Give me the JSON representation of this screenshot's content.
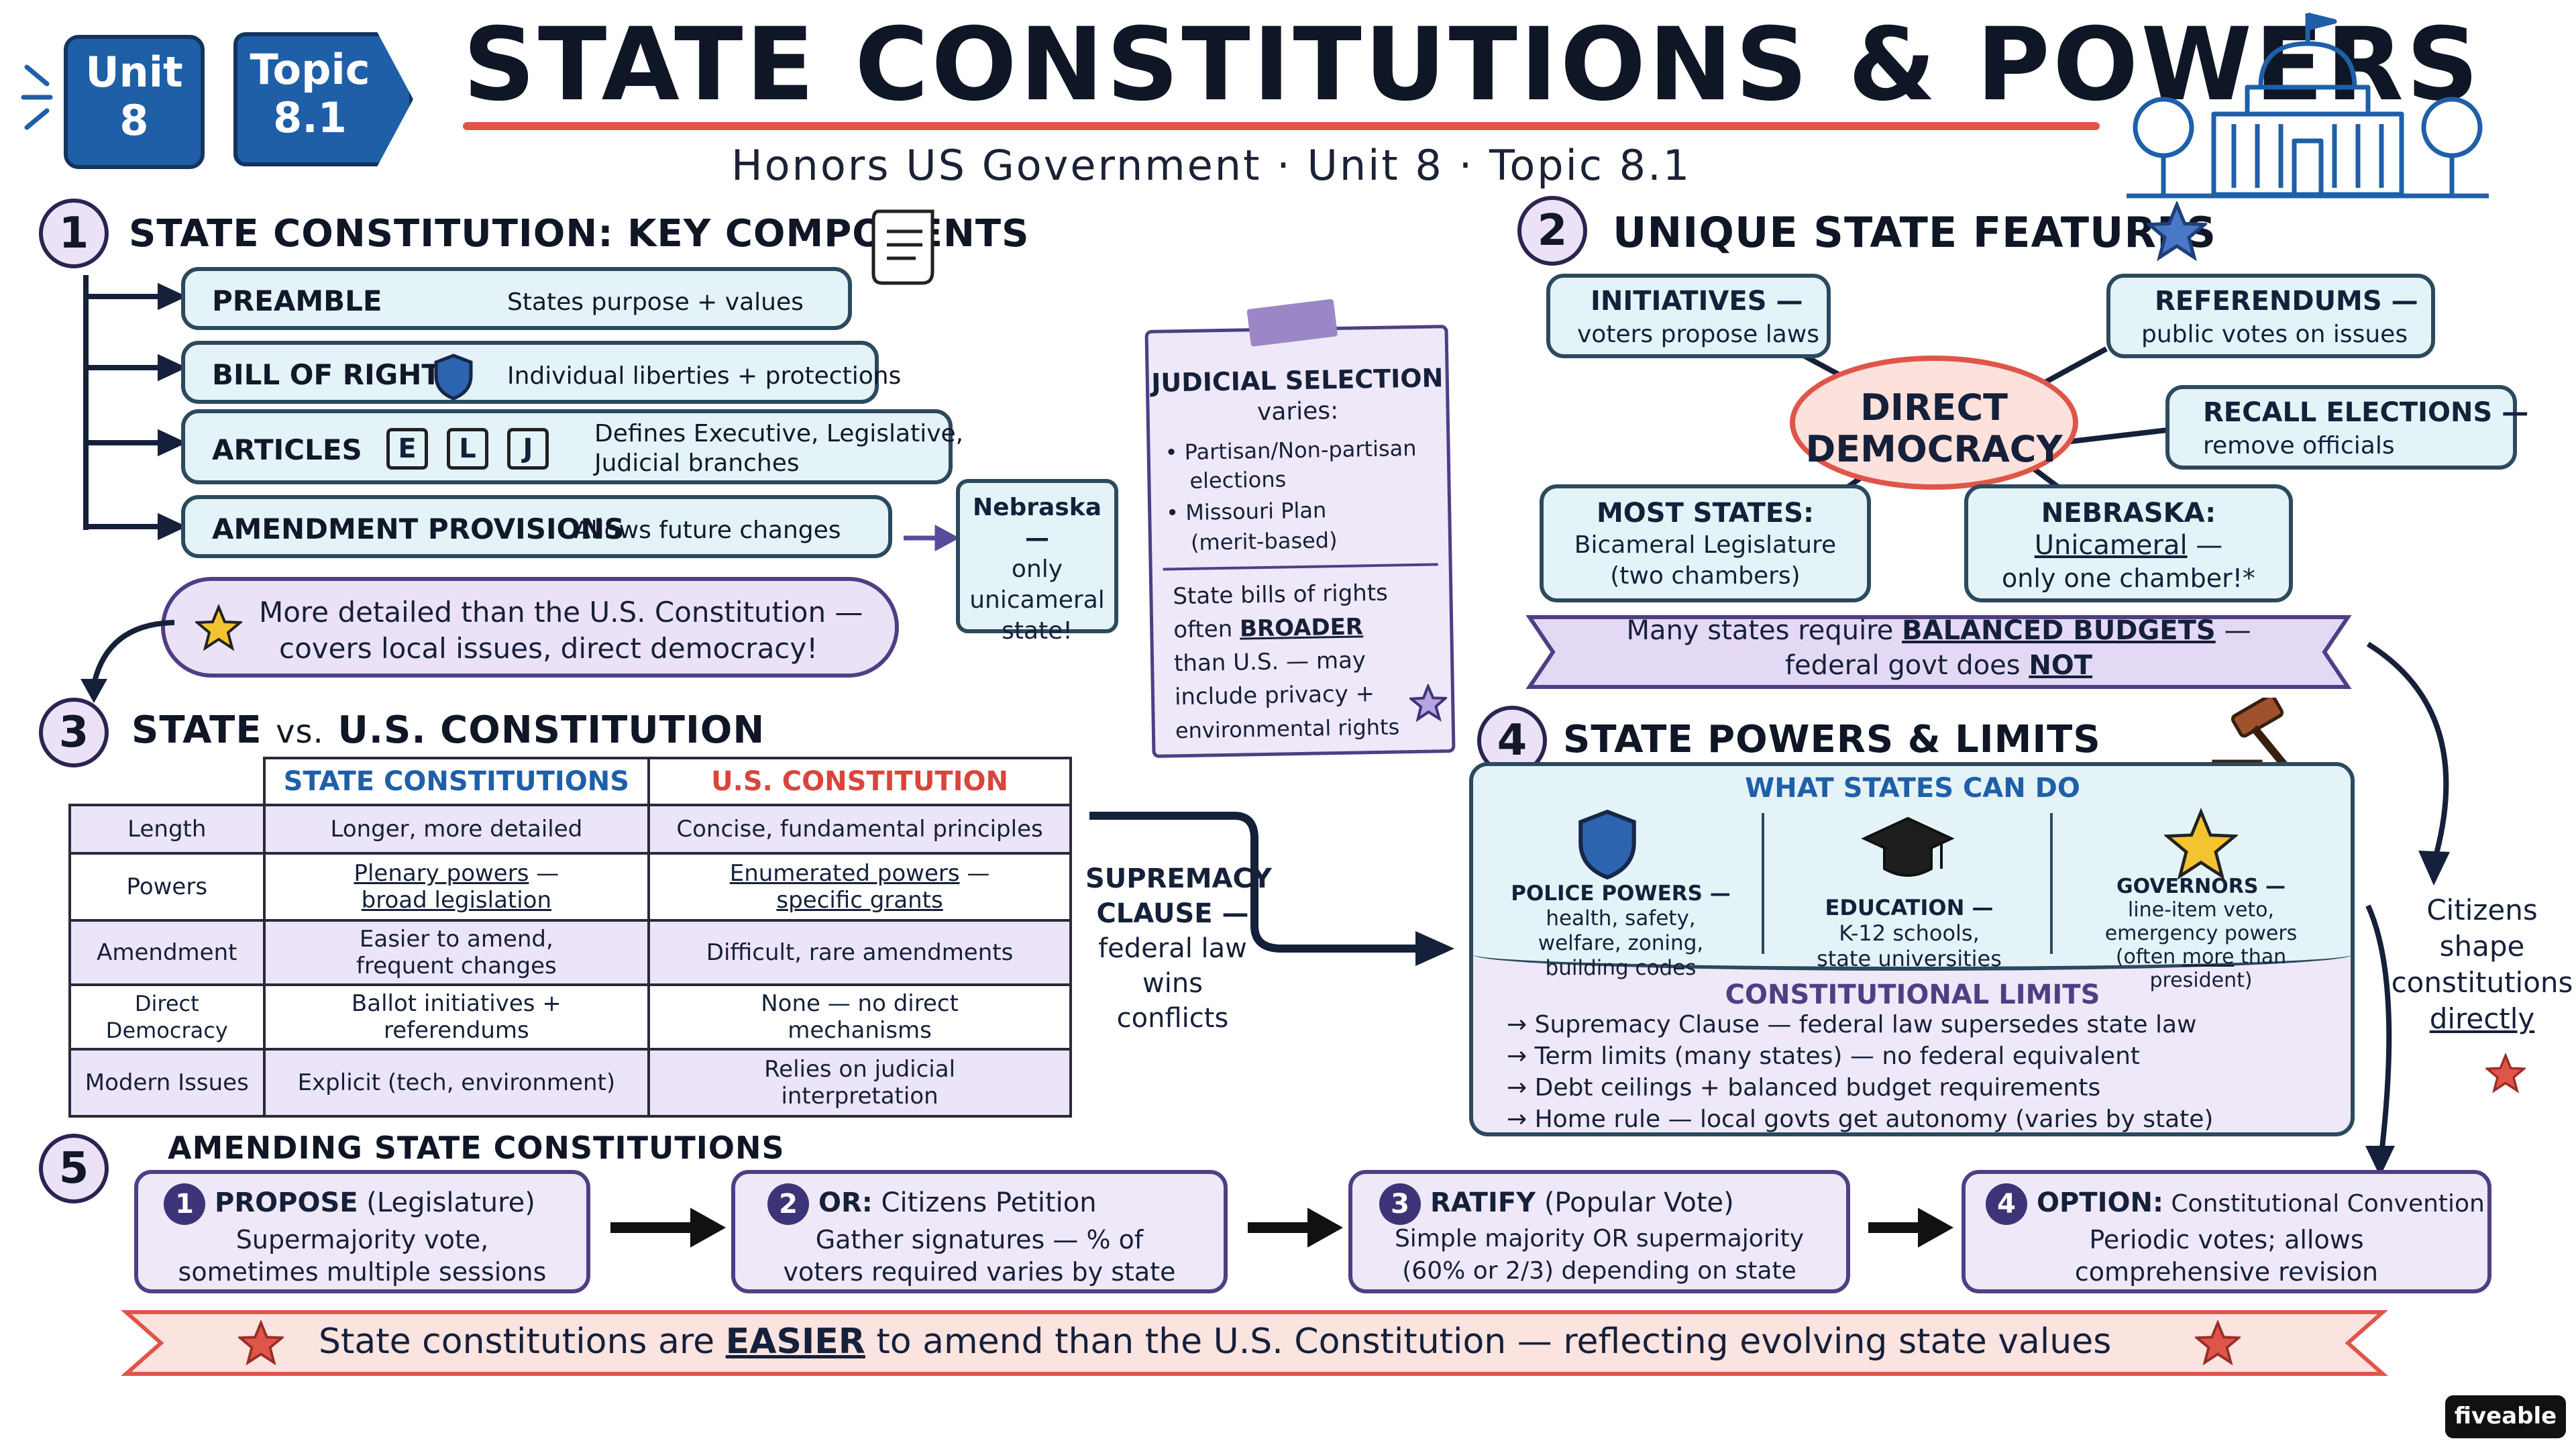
{
  "header": {
    "unit_badge": [
      "Unit",
      "8"
    ],
    "topic_badge": [
      "Topic",
      "8.1"
    ],
    "title": "STATE CONSTITUTIONS & POWERS",
    "subtitle": "Honors US Government · Unit 8 · Topic 8.1"
  },
  "sections": {
    "s1": {
      "number": "1",
      "title": "STATE CONSTITUTION: KEY COMPONENTS",
      "components": [
        {
          "label": "PREAMBLE",
          "desc": "States purpose + values"
        },
        {
          "label": "BILL OF RIGHTS",
          "desc": "Individual liberties + protections"
        },
        {
          "label": "ARTICLES",
          "letters": [
            "E",
            "L",
            "J"
          ],
          "desc": [
            "Defines Executive, Legislative,",
            "Judicial branches"
          ]
        },
        {
          "label": "AMENDMENT PROVISIONS",
          "desc": "Allows future changes"
        }
      ],
      "cloud_note": [
        "More detailed than the U.S. Constitution —",
        "covers local issues, direct democracy!"
      ],
      "nebraska_note": [
        "Nebraska —",
        "only",
        "unicameral",
        "state!"
      ]
    },
    "judicial": {
      "title": "JUDICIAL SELECTION",
      "varies": "varies:",
      "items": [
        [
          "• Partisan/Non-partisan",
          "elections"
        ],
        [
          "• Missouri Plan",
          "(merit-based)"
        ]
      ],
      "rights_note": [
        "State bills of rights",
        "often ",
        "BROADER",
        "than U.S. — may",
        "include privacy +",
        "environmental rights"
      ]
    },
    "s2": {
      "number": "2",
      "title": "UNIQUE STATE FEATURES",
      "center": [
        "DIRECT",
        "DEMOCRACY"
      ],
      "initiatives": [
        "INITIATIVES —",
        "voters propose laws"
      ],
      "referendums": [
        "REFERENDUMS —",
        "public votes on issues"
      ],
      "recall": [
        "RECALL ELECTIONS —",
        "remove officials"
      ],
      "most_states": [
        "MOST STATES:",
        "Bicameral Legislature",
        "(two chambers)"
      ],
      "nebraska": [
        "NEBRASKA:",
        "Unicameral",
        " —",
        "only one chamber!*"
      ],
      "banner": [
        "Many states require ",
        "BALANCED BUDGETS",
        " —",
        "federal govt does ",
        "NOT"
      ]
    },
    "s3": {
      "number": "3",
      "title_a": "STATE",
      "title_vs": "vs.",
      "title_b": "U.S. CONSTITUTION",
      "col_state": "STATE CONSTITUTIONS",
      "col_us": "U.S. CONSTITUTION",
      "rows": [
        {
          "head": "Length",
          "state": [
            "Longer, more detailed"
          ],
          "us": [
            "Concise, fundamental principles"
          ]
        },
        {
          "head": "Powers",
          "state": [
            "Plenary powers",
            " —",
            "broad legislation"
          ],
          "us": [
            "Enumerated powers",
            " —",
            "specific grants"
          ]
        },
        {
          "head": "Amendment",
          "state": [
            "Easier to amend,",
            "frequent changes"
          ],
          "us": [
            "Difficult, rare amendments"
          ]
        },
        {
          "head": "Direct Democracy",
          "state": [
            "Ballot initiatives +",
            "referendums"
          ],
          "us": [
            "None — no direct",
            "mechanisms"
          ]
        },
        {
          "head": "Modern Issues",
          "state": [
            "Explicit (tech, environment)"
          ],
          "us": [
            "Relies on judicial",
            "interpretation"
          ]
        }
      ],
      "supremacy": [
        "SUPREMACY",
        "CLAUSE —",
        "federal law",
        "wins",
        "conflicts"
      ]
    },
    "s4": {
      "number": "4",
      "title": "STATE POWERS & LIMITS",
      "can_do_title": "WHAT STATES CAN DO",
      "police": [
        "POLICE POWERS —",
        "health, safety,",
        "welfare, zoning,",
        "building codes"
      ],
      "education": [
        "EDUCATION —",
        "K-12 schools,",
        "state universities"
      ],
      "governors": [
        "GOVERNORS —",
        "line-item veto,",
        "emergency powers",
        "(often ",
        "more",
        " than",
        "president)"
      ],
      "limits_title": "CONSTITUTIONAL LIMITS",
      "limits": [
        "→ Supremacy Clause — federal law supersedes state law",
        "→ Term limits (many states) — no federal equivalent",
        "→ Debt ceilings + balanced budget requirements",
        "→ Home rule — local govts get autonomy (varies by state)"
      ],
      "citizens": [
        "Citizens",
        "shape",
        "constitutions",
        "directly"
      ]
    },
    "s5": {
      "number": "5",
      "title": "AMENDING STATE CONSTITUTIONS",
      "steps": [
        {
          "n": "1",
          "head": "PROPOSE",
          "head2": " (Legislature)",
          "lines": [
            "Supermajority vote,",
            "sometimes multiple sessions"
          ]
        },
        {
          "n": "2",
          "head": "OR:",
          "head2": " Citizens Petition",
          "lines": [
            "Gather signatures — % of",
            "voters required varies by state"
          ]
        },
        {
          "n": "3",
          "head": "RATIFY",
          "head2": " (Popular Vote)",
          "lines": [
            "Simple majority OR supermajority",
            "(60% or 2/3) depending on state"
          ]
        },
        {
          "n": "4",
          "head": "OPTION:",
          "head2": " Constitutional Convention",
          "lines": [
            "Periodic votes; allows",
            "comprehensive revision"
          ]
        }
      ],
      "banner": [
        "State constitutions are ",
        "EASIER",
        " to amend than the U.S. Constitution — reflecting evolving state values"
      ]
    }
  },
  "brand": "fiveable",
  "colors": {
    "blue_badge": "#1f5fa8",
    "red_accent": "#e0554a",
    "purple": "#4e3f84",
    "teal": "#2b4a5e",
    "state_col": "#1f5fa8",
    "us_col": "#d9453b"
  },
  "icons": [
    "scroll-icon",
    "shield-icon",
    "star-icon",
    "capitol-icon",
    "gavel-icon",
    "graduation-cap-icon",
    "pushpin-tape-icon"
  ]
}
